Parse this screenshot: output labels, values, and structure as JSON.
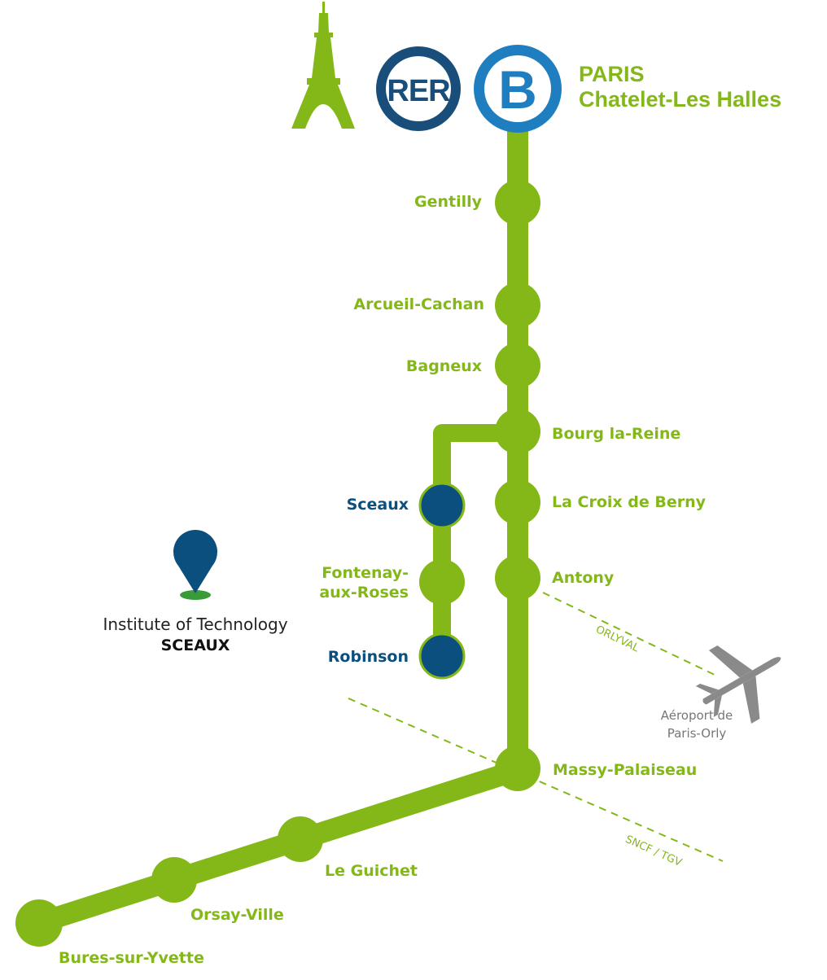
{
  "header": {
    "rer_badge": "RER",
    "line_badge": "B",
    "terminus_line1": "PARIS",
    "terminus_line2": "Chatelet-Les Halles"
  },
  "stations": {
    "gentilly": "Gentilly",
    "arcueil": "Arcueil-Cachan",
    "bagneux": "Bagneux",
    "bourg": "Bourg la-Reine",
    "croix": "La Croix de Berny",
    "antony": "Antony",
    "sceaux": "Sceaux",
    "fontenay1": "Fontenay-",
    "fontenay2": "aux-Roses",
    "robinson": "Robinson",
    "massy": "Massy-Palaiseau",
    "guichet": "Le Guichet",
    "orsay": "Orsay-Ville",
    "bures": "Bures-sur-Yvette"
  },
  "institute": {
    "name": "Institute of Technology",
    "campus": "SCEAUX"
  },
  "airport": {
    "line1": "Aéroport de",
    "line2": "Paris-Orly"
  },
  "links": {
    "orlyval": "ORLYVAL",
    "sncf": "SNCF / TGV"
  },
  "colors": {
    "line_green": "#84b819",
    "sceaux_blue": "#0b4f7e",
    "rer_dark_blue": "#1a4e7a",
    "b_blue": "#1f7ec0",
    "plane_grey": "#8a8a8a"
  },
  "icons": [
    "eiffel-tower-icon",
    "map-pin-icon",
    "airplane-icon"
  ]
}
